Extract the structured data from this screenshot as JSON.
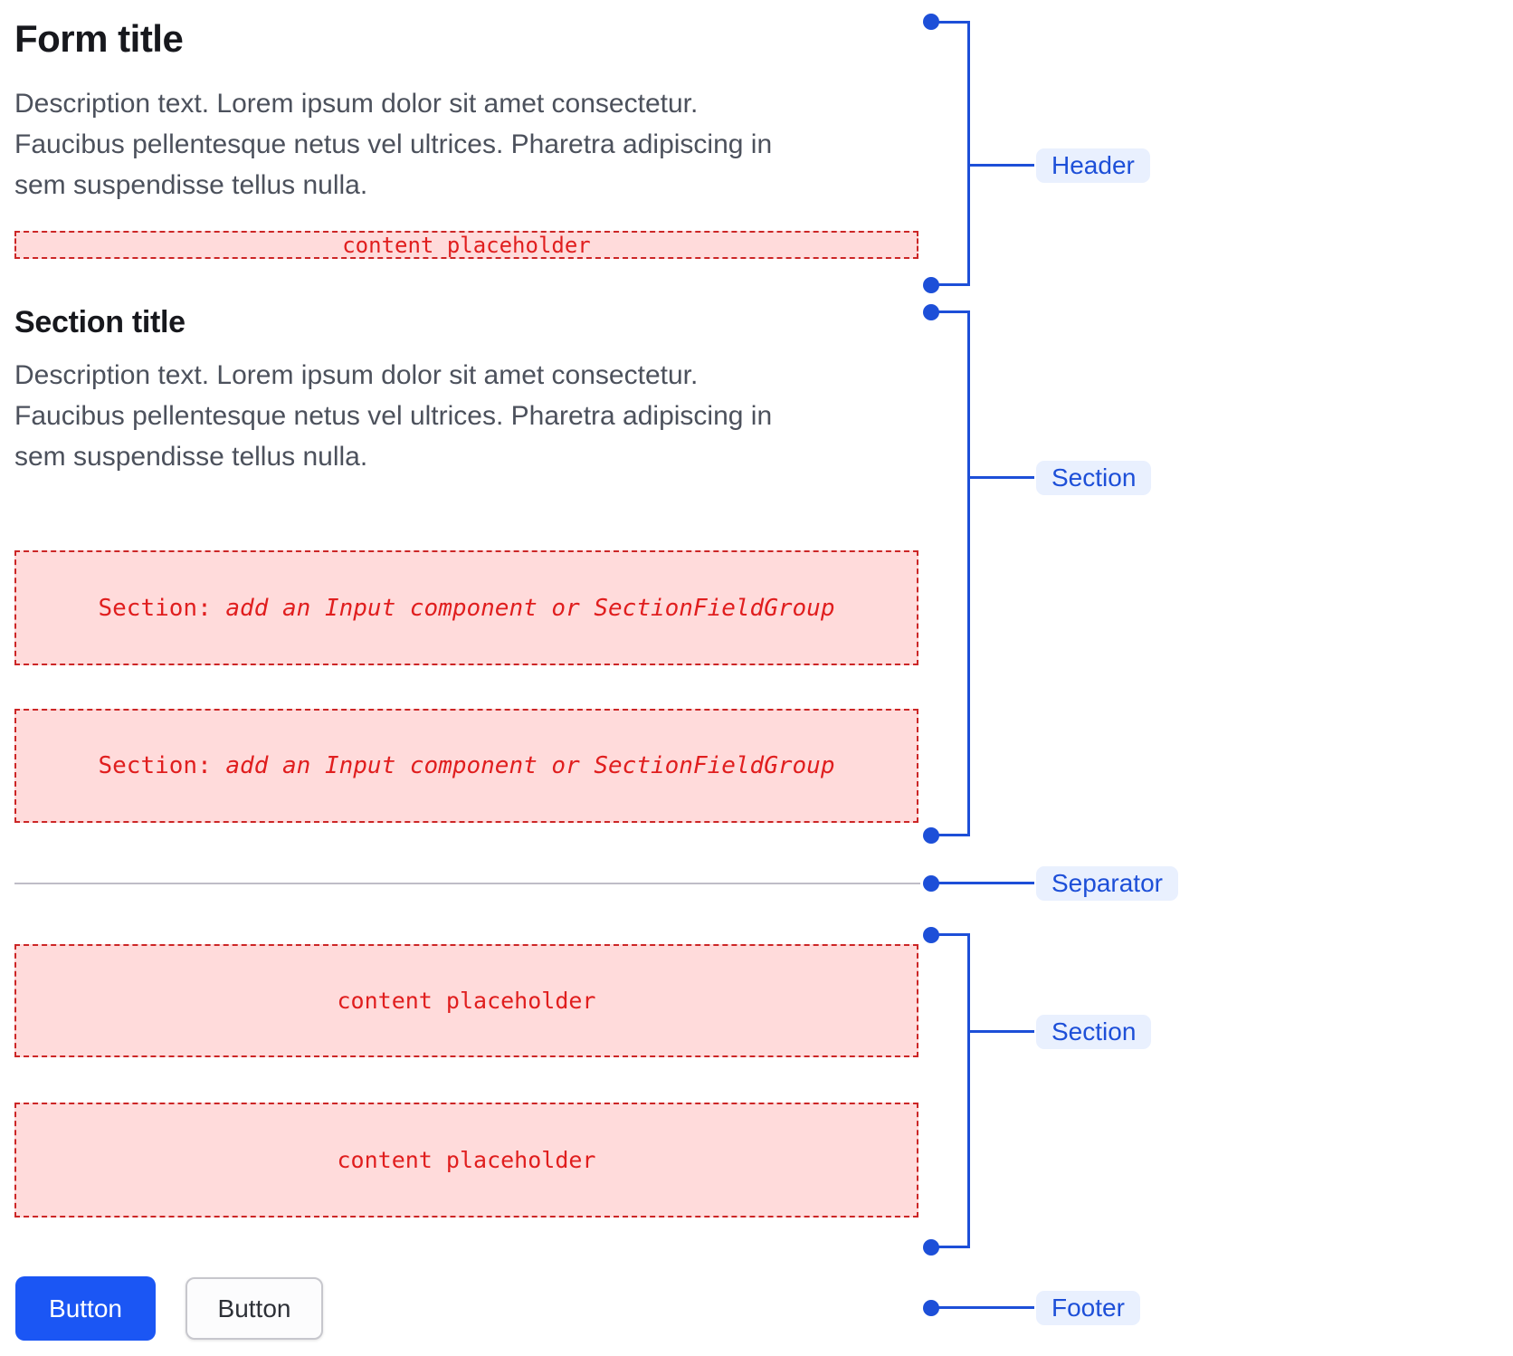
{
  "figure": {
    "form": {
      "title": "Form title",
      "description_lines": [
        "Description text. Lorem ipsum dolor sit amet consectetur.",
        "Faucibus pellentesque netus vel ultrices. Pharetra adipiscing in",
        "sem suspendisse tellus nulla."
      ],
      "content_placeholder_label": "content placeholder"
    },
    "section": {
      "title": "Section title",
      "description_lines": [
        "Description text. Lorem ipsum dolor sit amet consectetur.",
        "Faucibus pellentesque netus vel ultrices. Pharetra adipiscing in",
        "sem suspendisse tellus nulla."
      ],
      "input_box_prefix": "Section:",
      "input_box_rest": " add an Input component or SectionFieldGroup"
    },
    "section2": {
      "content_placeholder_label": "content placeholder"
    },
    "footer": {
      "primary_button_label": "Button",
      "secondary_button_label": "Button"
    },
    "annotations": {
      "header_label": "Header",
      "section1_label": "Section",
      "separator_label": "Separator",
      "section2_label": "Section",
      "footer_label": "Footer"
    },
    "colors": {
      "accent_blue": "#1d4fd8",
      "chip_background": "#e9f0fe",
      "placeholder_pink": "#ffdbdb",
      "placeholder_border_red": "#cc2626",
      "placeholder_text_red": "#e01e1e",
      "primary_button_blue": "#1b56f4",
      "description_gray": "#4c515c",
      "separator_gray": "#bfbdc7"
    }
  }
}
